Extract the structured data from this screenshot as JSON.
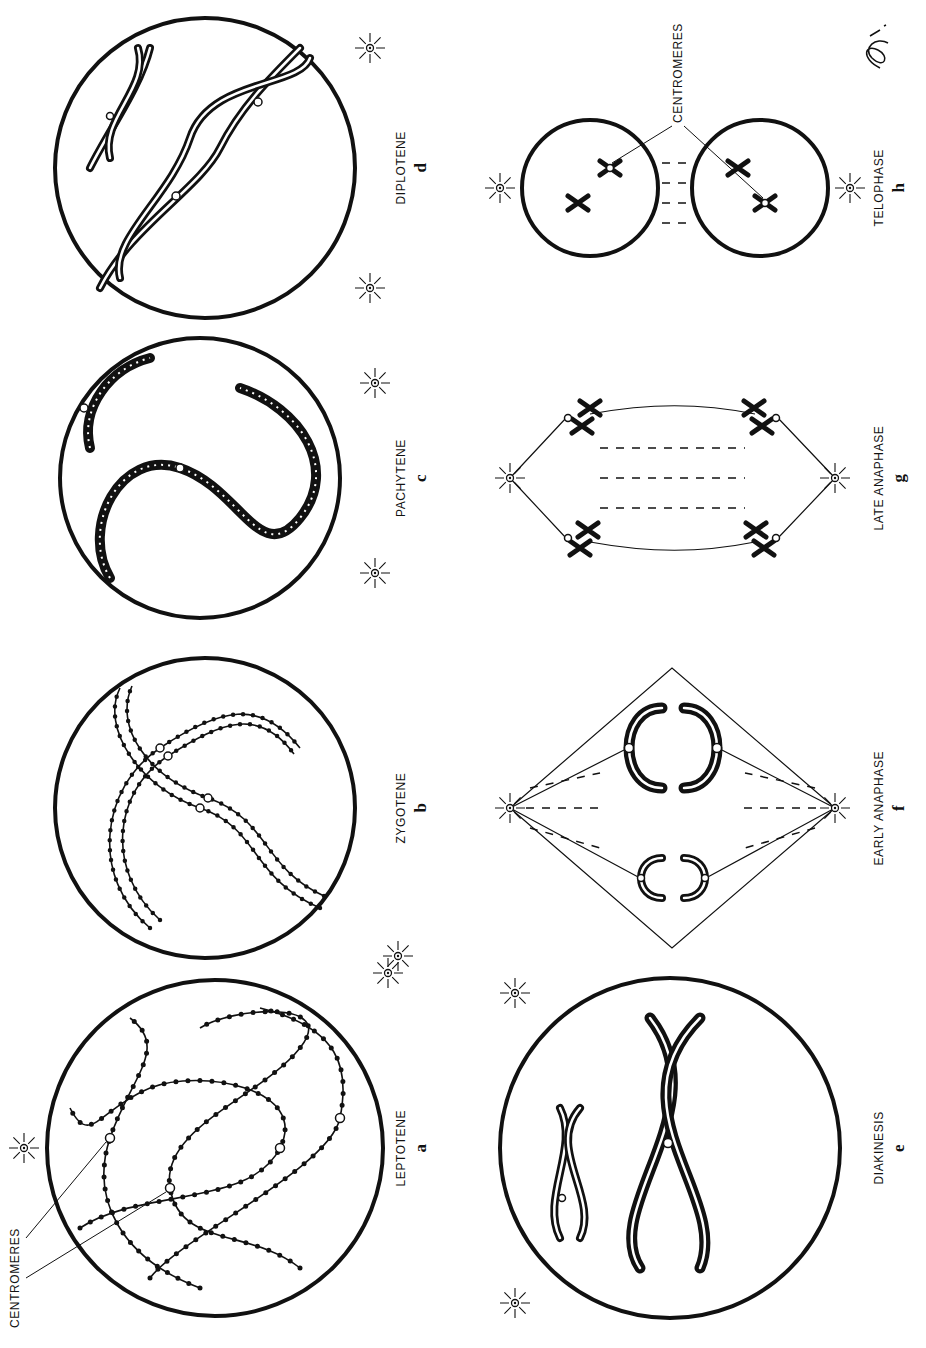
{
  "diagram": {
    "labels": [
      "CENTROMERES",
      "LEPTOTENE",
      "a",
      "ZYGOTENE",
      "b",
      "PACHYTENE",
      "c",
      "DIPLOTENE",
      "d",
      "DIAKINESIS",
      "e",
      "EARLY ANAPHASE",
      "f",
      "LATE ANAPHASE",
      "g",
      "CENTROMERES",
      "TELOPHASE",
      "h"
    ]
  }
}
